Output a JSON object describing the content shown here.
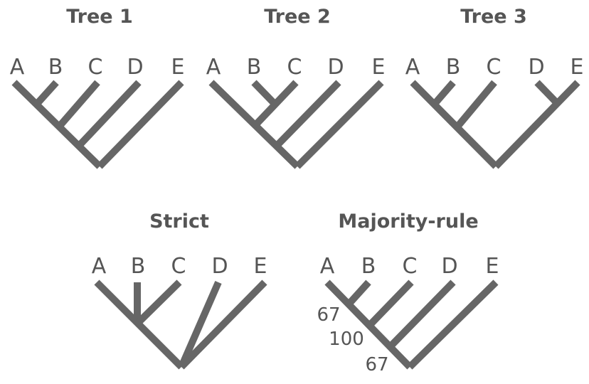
{
  "figure": {
    "trees": [
      {
        "id": "tree1",
        "title": "Tree 1",
        "tips": [
          "A",
          "B",
          "C",
          "D",
          "E"
        ],
        "topology": "(((A,B),C),D),E",
        "support": []
      },
      {
        "id": "tree2",
        "title": "Tree 2",
        "tips": [
          "A",
          "B",
          "C",
          "D",
          "E"
        ],
        "topology": "((A,(B,C)),D),E",
        "support": []
      },
      {
        "id": "tree3",
        "title": "Tree 3",
        "tips": [
          "A",
          "B",
          "C",
          "D",
          "E"
        ],
        "topology": "((A,B),C),(D,E)",
        "support": []
      },
      {
        "id": "strict",
        "title": "Strict",
        "tips": [
          "A",
          "B",
          "C",
          "D",
          "E"
        ],
        "topology": "(A,B,C),D,E",
        "support": []
      },
      {
        "id": "majority",
        "title": "Majority-rule",
        "tips": [
          "A",
          "B",
          "C",
          "D",
          "E"
        ],
        "topology": "(((A,B),C),D),E",
        "support": [
          "67",
          "100",
          "67"
        ]
      }
    ]
  },
  "colors": {
    "ink": "#555555",
    "branch": "#666666",
    "background": "#ffffff"
  }
}
